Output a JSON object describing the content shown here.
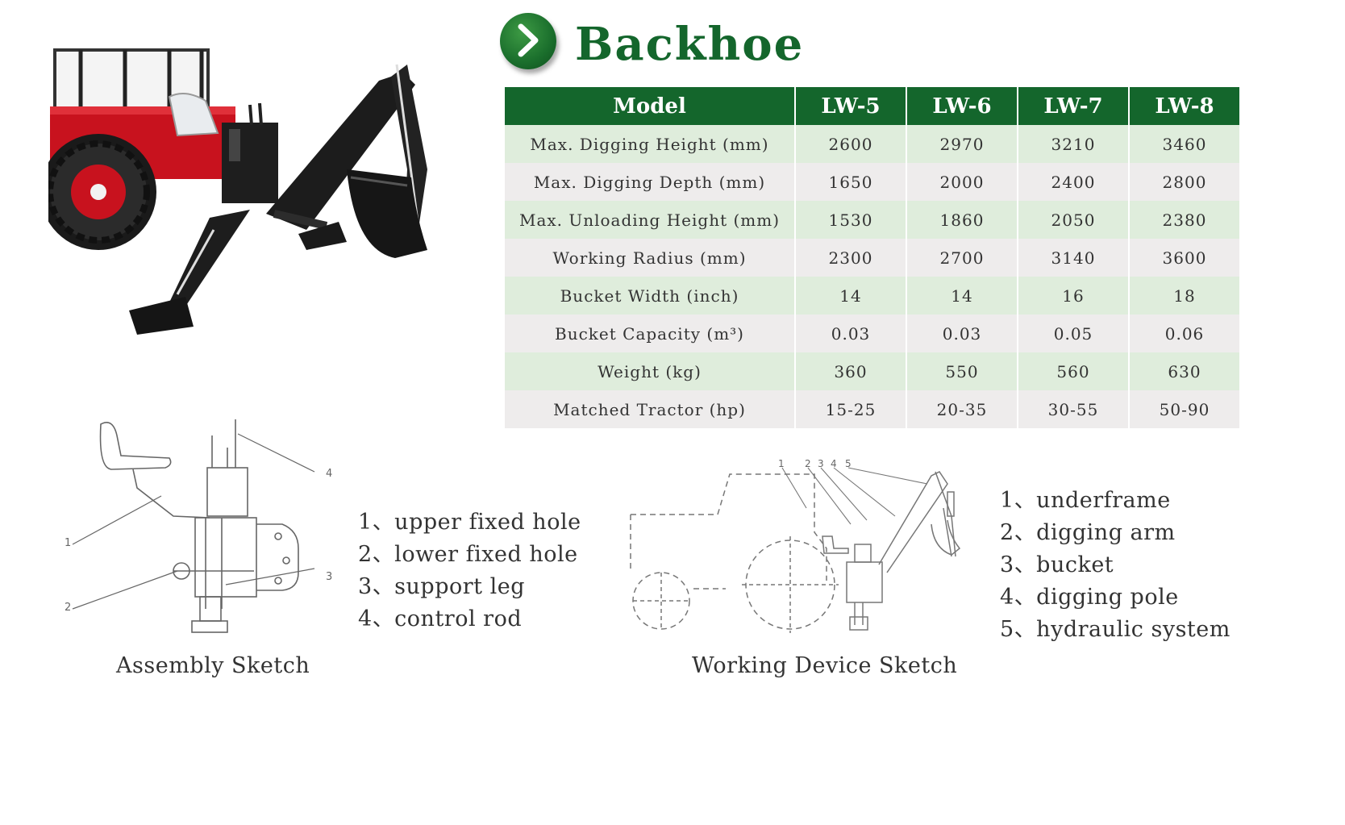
{
  "header": {
    "title": "Backhoe"
  },
  "spec_table": {
    "header": [
      "Model",
      "LW-5",
      "LW-6",
      "LW-7",
      "LW-8"
    ],
    "rows": [
      {
        "param": "Max. Digging Height (mm)",
        "values": [
          "2600",
          "2970",
          "3210",
          "3460"
        ]
      },
      {
        "param": "Max. Digging Depth (mm)",
        "values": [
          "1650",
          "2000",
          "2400",
          "2800"
        ]
      },
      {
        "param": "Max. Unloading Height (mm)",
        "values": [
          "1530",
          "1860",
          "2050",
          "2380"
        ]
      },
      {
        "param": "Working Radius (mm)",
        "values": [
          "2300",
          "2700",
          "3140",
          "3600"
        ]
      },
      {
        "param": "Bucket Width (inch)",
        "values": [
          "14",
          "14",
          "16",
          "18"
        ]
      },
      {
        "param": "Bucket Capacity (m³)",
        "values": [
          "0.03",
          "0.03",
          "0.05",
          "0.06"
        ]
      },
      {
        "param": "Weight (kg)",
        "values": [
          "360",
          "550",
          "560",
          "630"
        ]
      },
      {
        "param": "Matched Tractor (hp)",
        "values": [
          "15-25",
          "20-35",
          "30-55",
          "50-90"
        ]
      }
    ]
  },
  "assembly_sketch": {
    "caption": "Assembly Sketch",
    "callouts": [
      "1",
      "2",
      "3",
      "4"
    ],
    "legend": [
      "1、upper fixed hole",
      "2、lower fixed hole",
      "3、support leg",
      "4、control rod"
    ]
  },
  "working_sketch": {
    "caption": "Working Device Sketch",
    "callouts": [
      "1",
      "2",
      "3",
      "4",
      "5"
    ],
    "legend": [
      "1、underframe",
      "2、digging arm",
      "3、bucket",
      "4、digging pole",
      "5、hydraulic system"
    ]
  },
  "colors": {
    "brand_green": "#14662c",
    "row_green": "#dfeddc",
    "row_gray": "#eeecec"
  },
  "icons": {
    "header_badge": "chevron-right-icon"
  }
}
